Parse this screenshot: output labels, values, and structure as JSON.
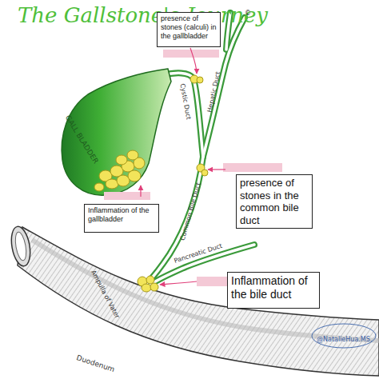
{
  "diagram": {
    "title": "The Gallstone's Journey",
    "nodes": [
      {
        "text": [
          "presence of stones (calculi) in the gallbladder"
        ]
      },
      {
        "text": [
          "presence of stones in the common bile duct"
        ]
      },
      {
        "text": [
          "Inflammation of the gallbladder"
        ]
      },
      {
        "text": [
          "Inflammation of the bile duct"
        ]
      }
    ],
    "labels": [
      "GALL BLADDER",
      "Cystic Duct",
      "Hepatic Duct",
      "©",
      "Common Bile Duct",
      "Pancreatic Duct",
      "Ampulla of Vater",
      "Duodenum",
      "@NatalieHua.MS."
    ]
  }
}
